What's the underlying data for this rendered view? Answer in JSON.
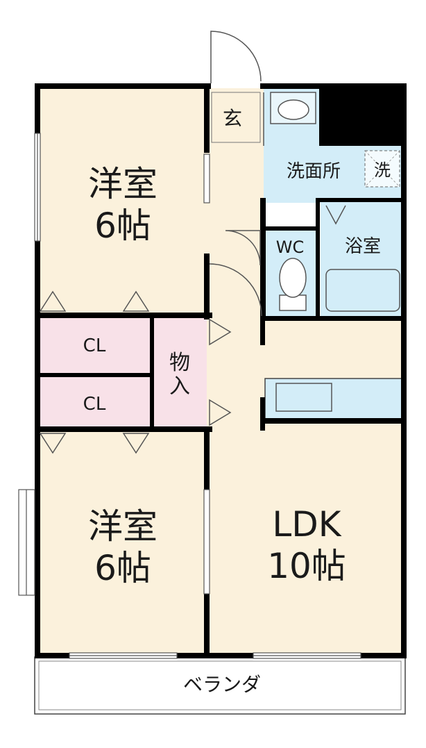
{
  "floorplan": {
    "rooms": {
      "bedroom_top": {
        "name": "洋室",
        "size": "6帖"
      },
      "bedroom_bottom": {
        "name": "洋室",
        "size": "6帖"
      },
      "ldk": {
        "name": "LDK",
        "size": "10帖"
      },
      "closet_top": {
        "name": "CL"
      },
      "closet_bottom": {
        "name": "CL"
      },
      "storage": {
        "line1": "物",
        "line2": "入"
      },
      "entrance": {
        "name": "玄"
      },
      "washroom": {
        "name": "洗面所"
      },
      "washer": {
        "name": "洗"
      },
      "wc": {
        "name": "WC"
      },
      "bathroom": {
        "name": "浴室"
      },
      "veranda": {
        "name": "ベランダ"
      }
    },
    "colors": {
      "room_floor": "#fbf1dc",
      "wet_area": "#d3edf8",
      "closet": "#f8e1e8",
      "wall": "#000000",
      "line": "#555555"
    }
  }
}
